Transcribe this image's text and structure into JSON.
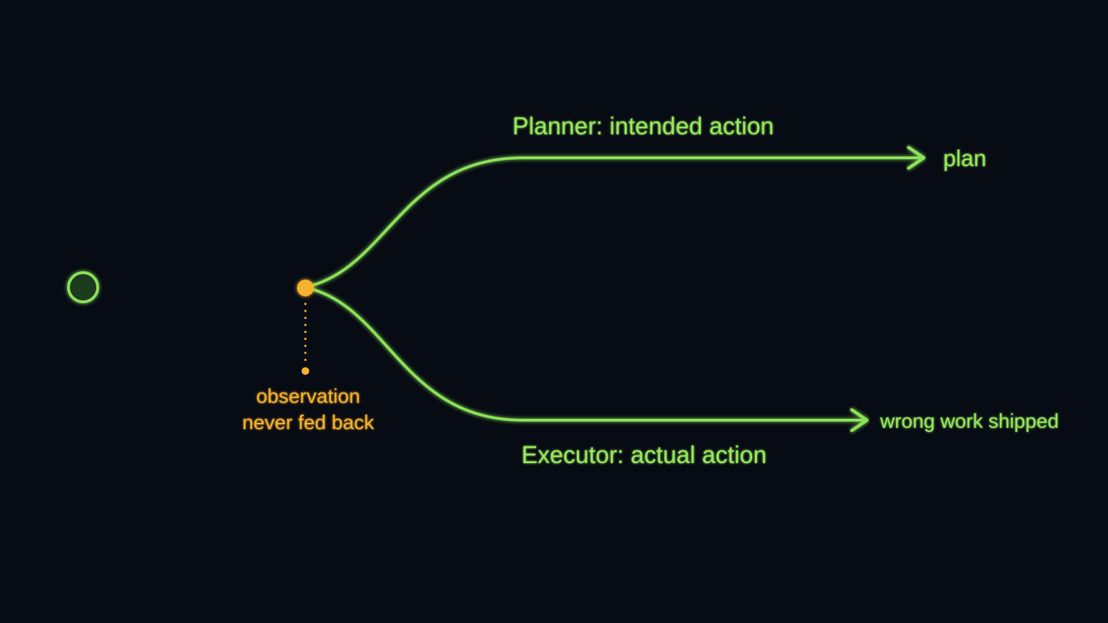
{
  "colors": {
    "background": "#070b13",
    "line_green": "#8be25a",
    "text_green": "#97e85c",
    "accent_orange": "#f6b12f"
  },
  "labels": {
    "planner": "Planner: intended action",
    "plan_end": "plan",
    "executor": "Executor: actual action",
    "executor_end": "wrong work shipped",
    "observation_line1": "observation",
    "observation_line2": "never fed back"
  },
  "nodes": {
    "start": "hollow-circle",
    "split": "filled-circle"
  }
}
